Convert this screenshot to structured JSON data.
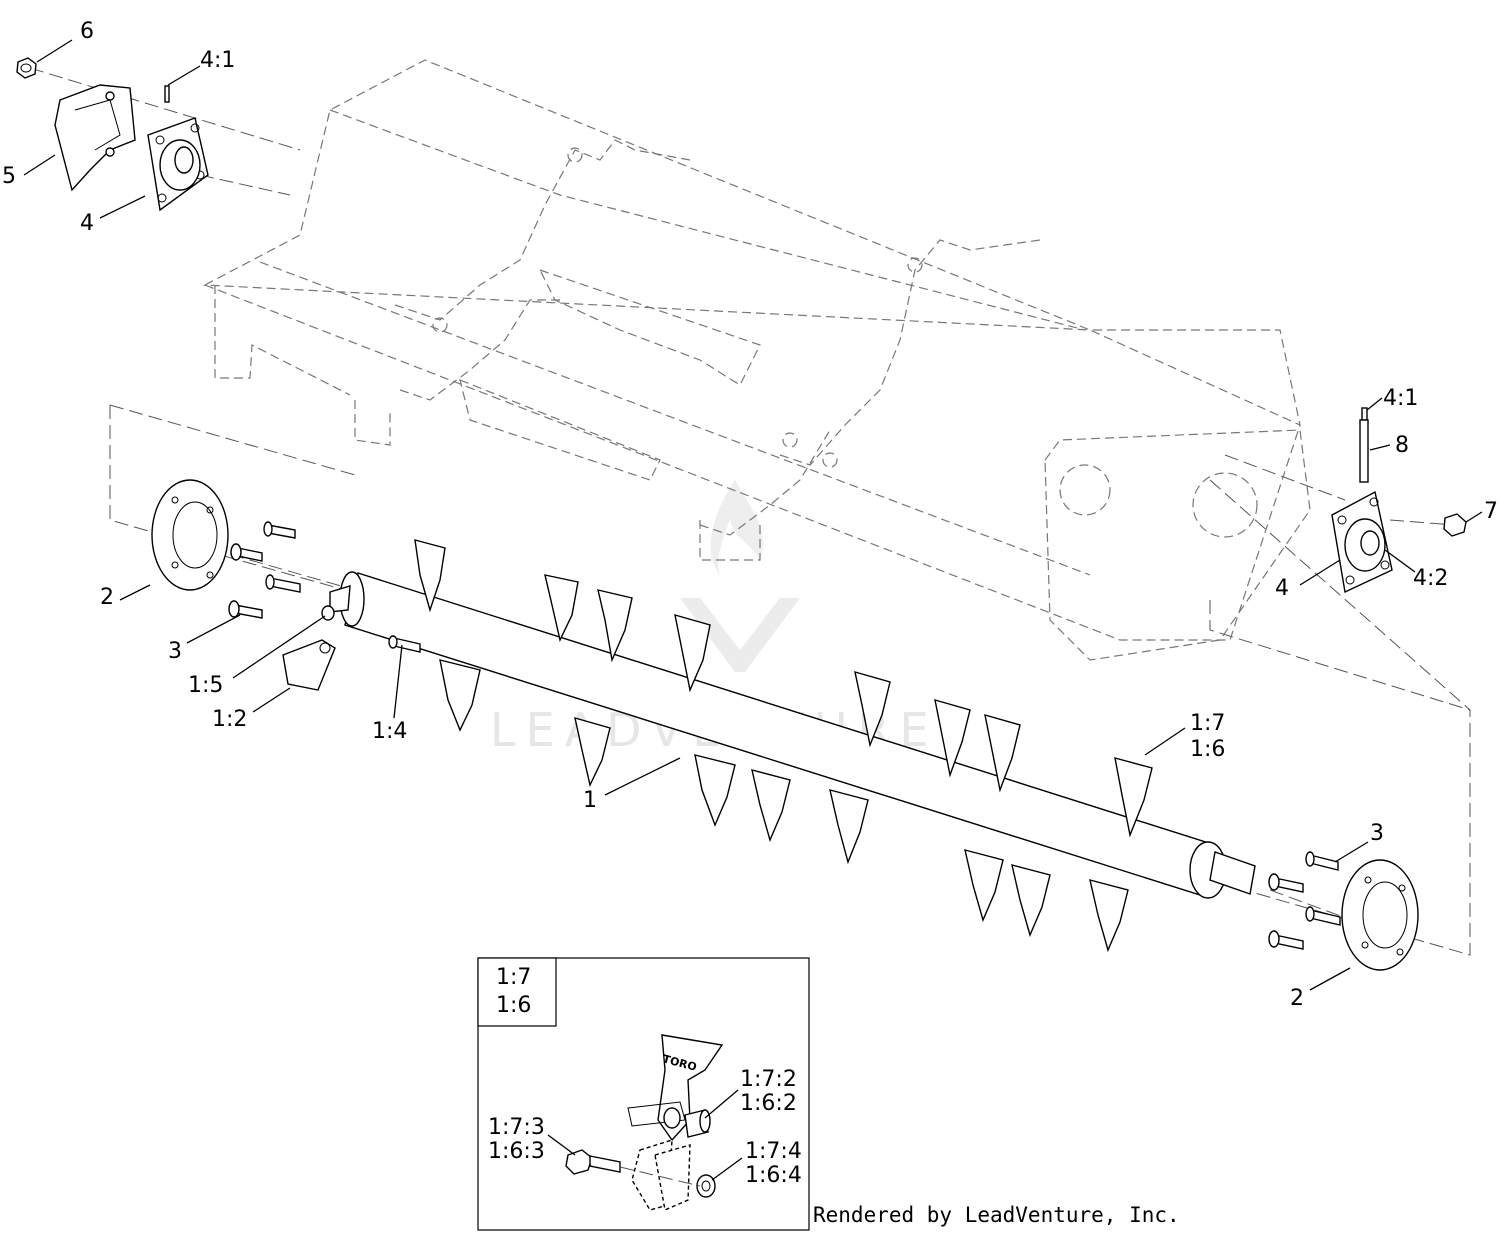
{
  "labels": {
    "l6": "6",
    "l4_1_top": "4:1",
    "l5": "5",
    "l4_top": "4",
    "l4_1_right": "4:1",
    "l8": "8",
    "l7": "7",
    "l4_right": "4",
    "l4_2": "4:2",
    "l2_left": "2",
    "l3_left": "3",
    "l1_5": "1:5",
    "l1_2": "1:2",
    "l1_4": "1:4",
    "l1_7": "1:7",
    "l1_6": "1:6",
    "l1": "1",
    "l3_right": "3",
    "l2_right": "2"
  },
  "detail": {
    "title_1": "1:7",
    "title_2": "1:6",
    "l1_7_2": "1:7:2",
    "l1_6_2": "1:6:2",
    "l1_7_3": "1:7:3",
    "l1_6_3": "1:6:3",
    "l1_7_4": "1:7:4",
    "l1_6_4": "1:6:4",
    "blade_mark": "TORO"
  },
  "watermark": "LEADVENTURE",
  "credit": "Rendered by LeadVenture, Inc."
}
